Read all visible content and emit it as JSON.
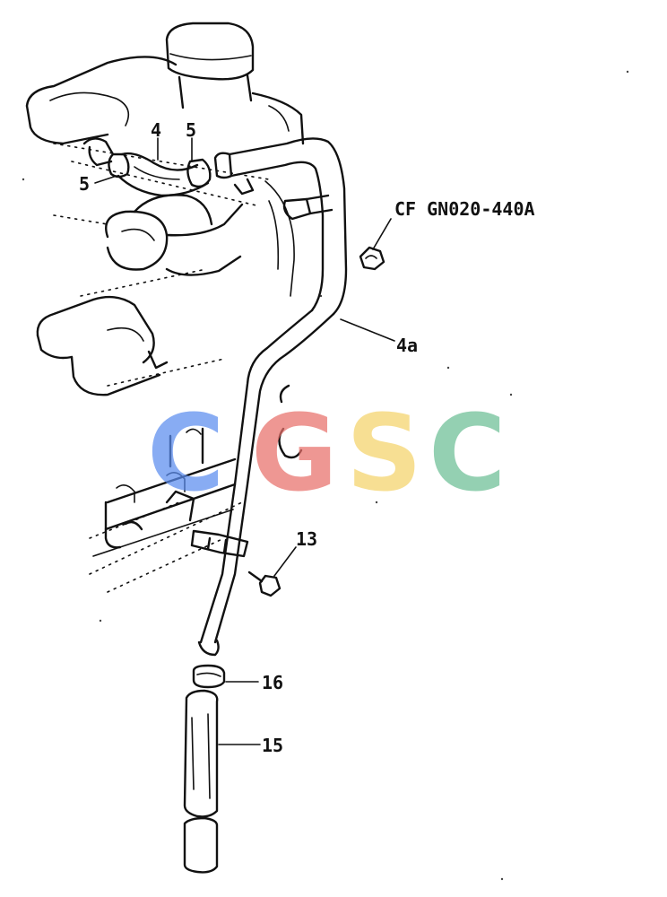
{
  "diagram": {
    "catalog_code": "CF GN020-440A",
    "callouts": [
      "4",
      "5",
      "5",
      "4a",
      "13",
      "16",
      "15"
    ]
  },
  "watermark": {
    "letters": [
      "C",
      "G",
      "S",
      "C"
    ],
    "colors": [
      "#5b8def",
      "#e8706a",
      "#f5d46a",
      "#6cbf95"
    ]
  }
}
